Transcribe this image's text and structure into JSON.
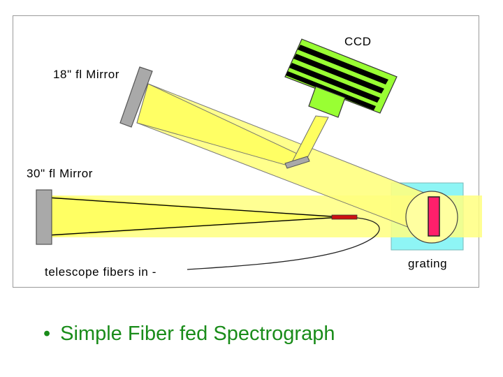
{
  "diagram": {
    "labels": {
      "ccd": "CCD",
      "mirror_18": "18\" fl Mirror",
      "mirror_30": "30\" fl Mirror",
      "grating": "grating",
      "fibers": "telescope fibers in -"
    },
    "colors": {
      "beam": "#ffff80",
      "beam_edge": "#6d6d6d",
      "mirror": "#a9a9a9",
      "ccd_body": "#99ff33",
      "ccd_stripes": "#000000",
      "grating_box": "#8ef5f5",
      "grating_element": "#ff1f6b",
      "fiber_slit": "#cc1111"
    }
  },
  "caption": {
    "bullet": "•",
    "text": "Simple Fiber fed Spectrograph",
    "color": "#1a8c1a"
  }
}
